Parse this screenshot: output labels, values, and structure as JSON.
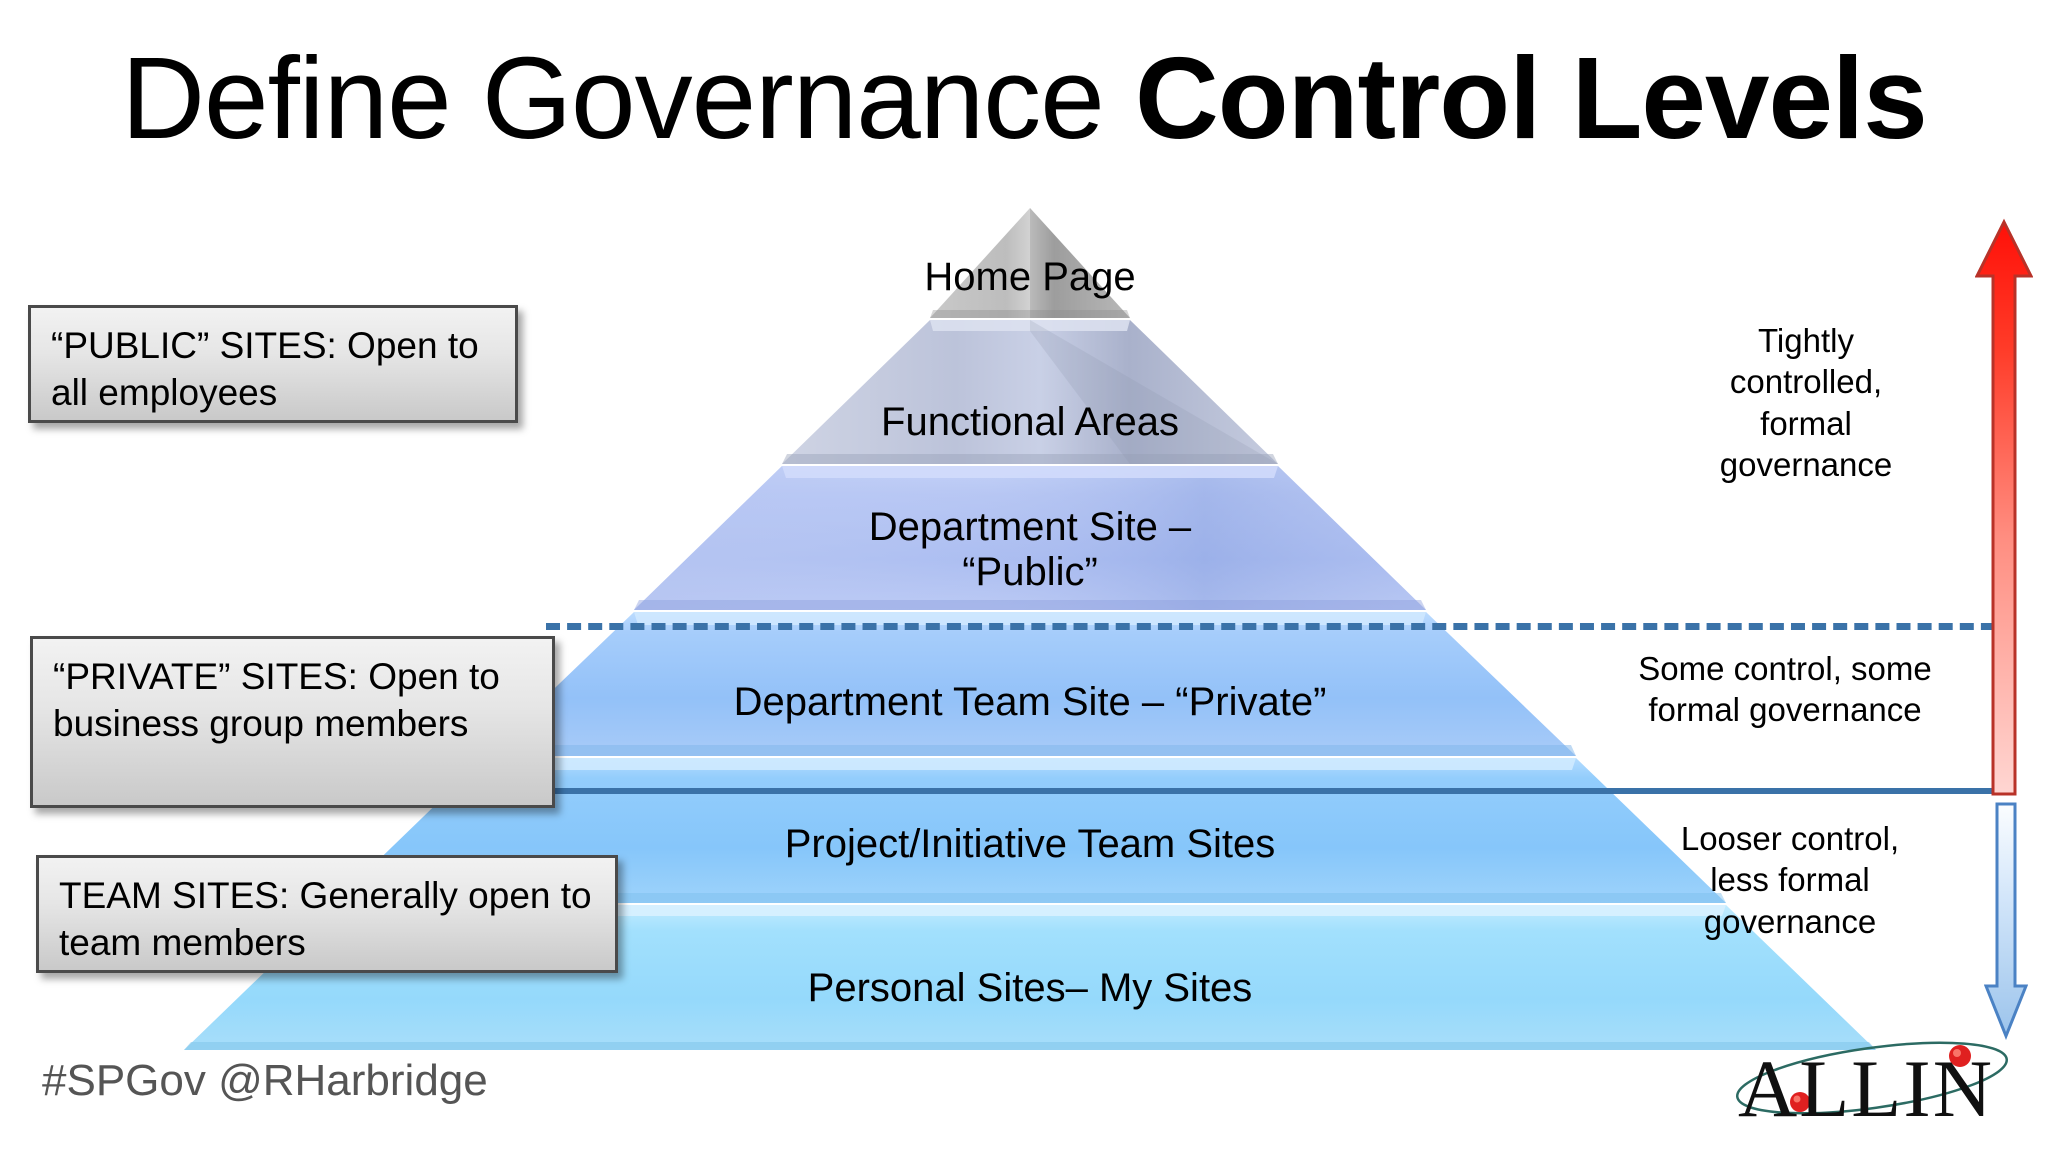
{
  "title": {
    "part_light": "Define Governance ",
    "part_bold": "Control Levels"
  },
  "pyramid": {
    "tiers": [
      {
        "label": "Home Page",
        "color": "#a8a8a8"
      },
      {
        "label": "Functional Areas",
        "color": "#b8bed2"
      },
      {
        "label": "Department Site –\n“Public”",
        "color": "#aabcf0"
      },
      {
        "label": "Department Team Site – “Private”",
        "color": "#9ec8fb"
      },
      {
        "label": "Project/Initiative Team Sites",
        "color": "#8ecbfb"
      },
      {
        "label": "Personal Sites– My Sites",
        "color": "#9adcfb"
      }
    ]
  },
  "callouts": [
    {
      "text": "“PUBLIC” SITES: Open to all employees"
    },
    {
      "text": "“PRIVATE” SITES: Open to business group members"
    },
    {
      "text": "TEAM SITES: Generally open to team members"
    }
  ],
  "side_notes": [
    {
      "text": "Tightly\ncontrolled,\nformal\ngovernance"
    },
    {
      "text": "Some control, some\nformal governance"
    },
    {
      "text": "Looser control,\nless formal\ngovernance"
    }
  ],
  "arrows": {
    "up": {
      "name": "increasing-control-arrow",
      "color": "#ff1a1a"
    },
    "down": {
      "name": "decreasing-control-arrow",
      "color": "#6fa8dc"
    }
  },
  "dividers": {
    "dashed_color": "#3a72a8",
    "solid_color": "#3a72a8"
  },
  "footer": {
    "handle": "#SPGov @RHarbridge",
    "logo_text": "ALLIN"
  }
}
